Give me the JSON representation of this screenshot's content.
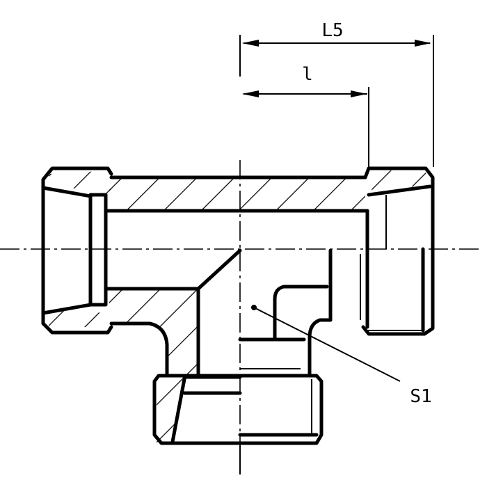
{
  "drawing": {
    "type": "tee fitting cross-section",
    "labels": {
      "overall_length": "L5",
      "thread_length": "l",
      "seal_callout": "S1"
    },
    "colors": {
      "line": "#000000",
      "background": "#ffffff"
    }
  }
}
